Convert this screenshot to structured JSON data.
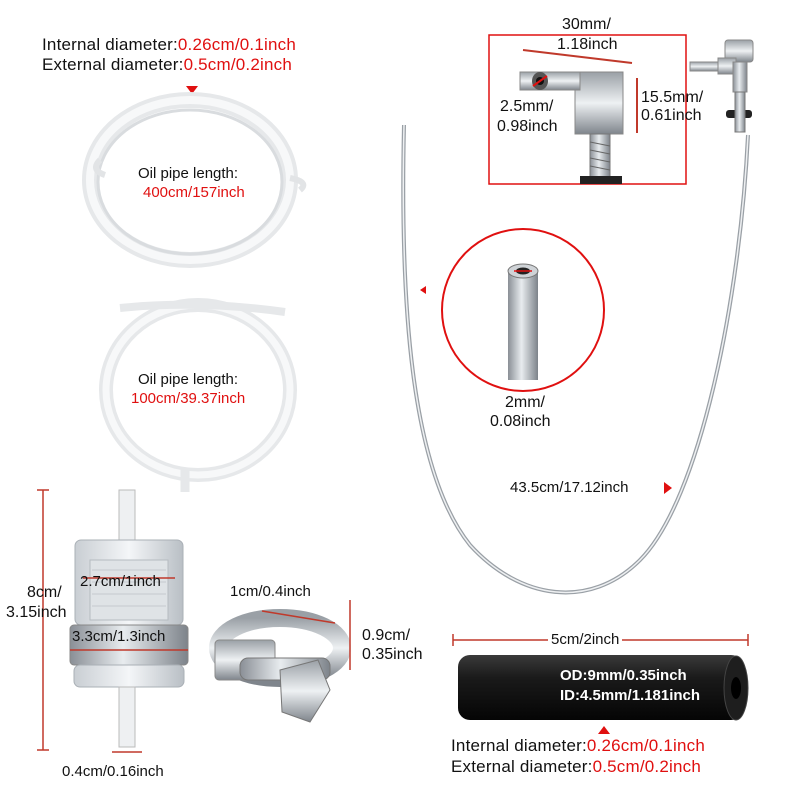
{
  "colors": {
    "accent_red": "#e01010",
    "text": "#111111",
    "dimension_line": "#c0392b"
  },
  "top_left": {
    "internal_label": "Internal diameter:",
    "internal_value": "0.26cm/0.1inch",
    "external_label": "External diameter:",
    "external_value": "0.5cm/0.2inch"
  },
  "pipe_long": {
    "label": "Oil pipe length:",
    "value": "400cm/157inch"
  },
  "pipe_short": {
    "label": "Oil pipe length:",
    "value": "100cm/39.37inch"
  },
  "fitting": {
    "width_line1": "30mm/",
    "width_line2": "1.18inch",
    "inner_line1": "2.5mm/",
    "inner_line2": "0.98inch",
    "height_line1": "15.5mm/",
    "height_line2": "0.61inch"
  },
  "tube_detail": {
    "line1": "2mm/",
    "line2": "0.08inch"
  },
  "metal_pipe": {
    "length": "43.5cm/17.12inch"
  },
  "filter": {
    "height_line1": "8cm/",
    "height_line2": "3.15inch",
    "inner_width": "2.7cm/1inch",
    "outer_width": "3.3cm/1.3inch",
    "nozzle": "0.4cm/0.16inch"
  },
  "clamp": {
    "width": "1cm/0.4inch",
    "height_line1": "0.9cm/",
    "height_line2": "0.35inch"
  },
  "hose": {
    "length": "5cm/2inch",
    "od": "OD:9mm/0.35inch",
    "id": "ID:4.5mm/1.181inch"
  },
  "bottom_right": {
    "internal_label": "Internal diameter:",
    "internal_value": "0.26cm/0.1inch",
    "external_label": "External diameter:",
    "external_value": "0.5cm/0.2inch"
  }
}
